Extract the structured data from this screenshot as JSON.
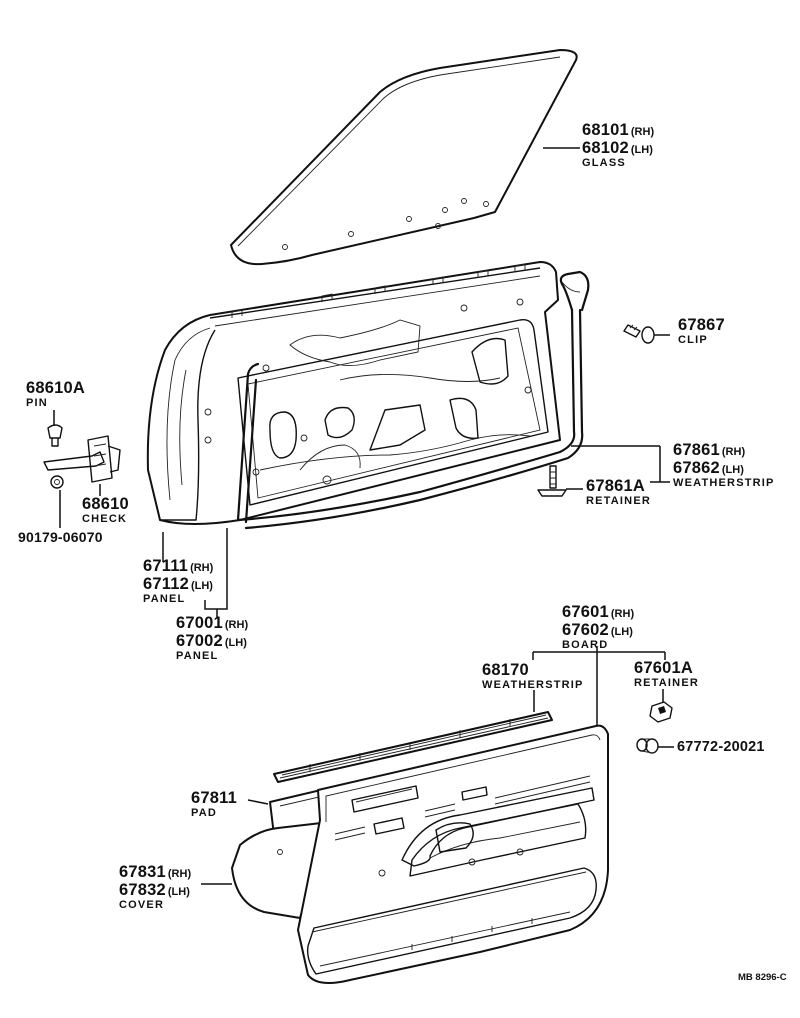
{
  "parts": {
    "glass": {
      "rh": "68101",
      "rh_sfx": "(RH)",
      "lh": "68102",
      "lh_sfx": "(LH)",
      "name": "GLASS"
    },
    "clip": {
      "no": "67867",
      "name": "CLIP"
    },
    "pin": {
      "no": "68610A",
      "name": "PIN"
    },
    "check": {
      "no": "68610",
      "name": "CHECK"
    },
    "bolt": {
      "no": "90179-06070"
    },
    "door_weatherstrip": {
      "rh": "67861",
      "rh_sfx": "(RH)",
      "lh": "67862",
      "lh_sfx": "(LH)",
      "name": "WEATHERSTRIP"
    },
    "ws_retainer": {
      "no": "67861A",
      "name": "RETAINER"
    },
    "panel_sub": {
      "rh": "67111",
      "rh_sfx": "(RH)",
      "lh": "67112",
      "lh_sfx": "(LH)",
      "name": "PANEL"
    },
    "panel_assy": {
      "rh": "67001",
      "rh_sfx": "(RH)",
      "lh": "67002",
      "lh_sfx": "(LH)",
      "name": "PANEL"
    },
    "board": {
      "rh": "67601",
      "rh_sfx": "(RH)",
      "lh": "67602",
      "lh_sfx": "(LH)",
      "name": "BOARD"
    },
    "belt_weatherstrip": {
      "no": "68170",
      "name": "WEATHERSTRIP"
    },
    "board_retainer": {
      "no": "67601A",
      "name": "RETAINER"
    },
    "clip_bolt": {
      "no": "67772-20021"
    },
    "pad": {
      "no": "67811",
      "name": "PAD"
    },
    "cover": {
      "rh": "67831",
      "rh_sfx": "(RH)",
      "lh": "67832",
      "lh_sfx": "(LH)",
      "name": "COVER"
    }
  },
  "drawing_code": "MB 8296-C"
}
